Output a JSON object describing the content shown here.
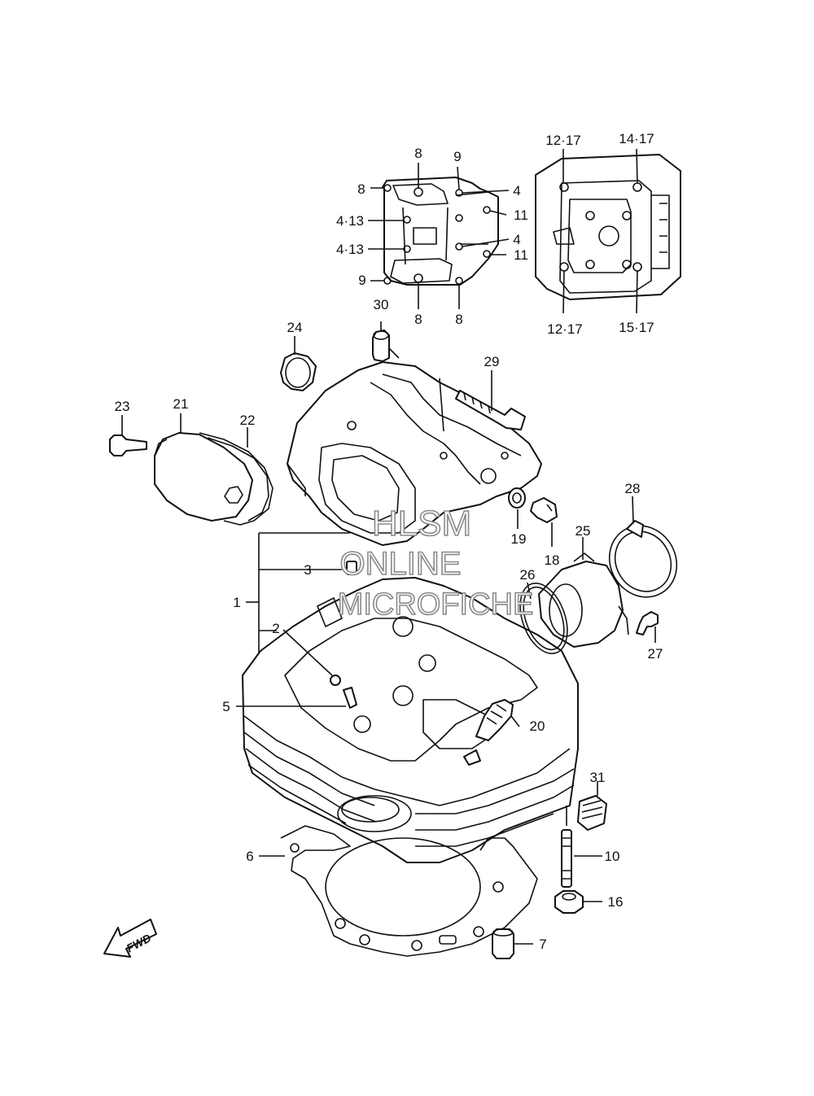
{
  "labels": {
    "p1": "1",
    "p2": "2",
    "p3": "3",
    "p4a": "4",
    "p4b": "4",
    "p4_13a": "4·13",
    "p4_13b": "4·13",
    "p5": "5",
    "p6": "6",
    "p7": "7",
    "p8a": "8",
    "p8b": "8",
    "p8c": "8",
    "p8d": "8",
    "p9a": "9",
    "p9b": "9",
    "p10": "10",
    "p11a": "11",
    "p11b": "11",
    "p12_17a": "12·17",
    "p12_17b": "12·17",
    "p14_17": "14·17",
    "p15_17": "15·17",
    "p16": "16",
    "p18": "18",
    "p19": "19",
    "p20": "20",
    "p21": "21",
    "p22": "22",
    "p23": "23",
    "p24": "24",
    "p25": "25",
    "p26": "26",
    "p27": "27",
    "p28": "28",
    "p29": "29",
    "p30": "30",
    "p31": "31"
  },
  "watermark": {
    "line1": "HLSM",
    "line2": "ONLINE",
    "line3": "MICROFICHE"
  },
  "fwd_label": "FWD"
}
